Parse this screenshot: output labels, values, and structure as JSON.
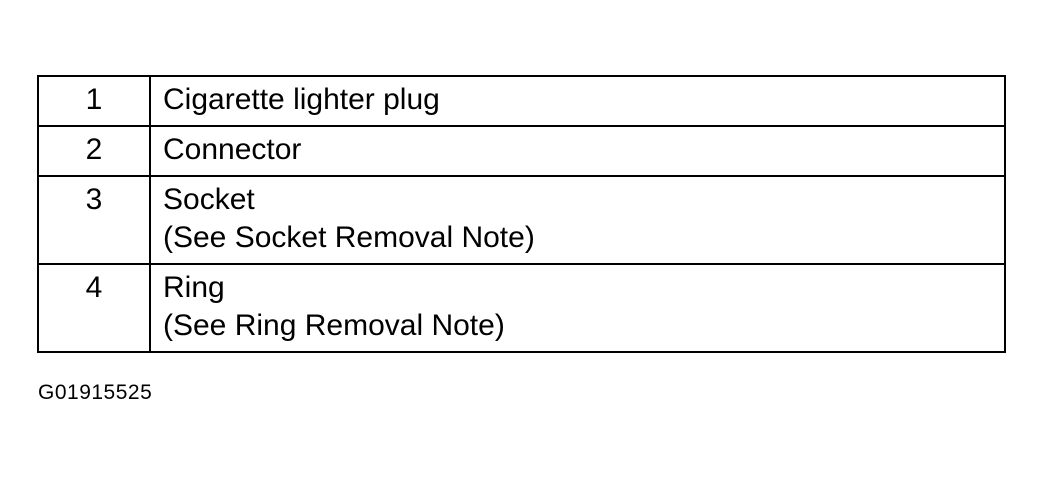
{
  "legend": {
    "rows": [
      {
        "number": "1",
        "lines": [
          "Cigarette lighter plug"
        ]
      },
      {
        "number": "2",
        "lines": [
          "Connector"
        ]
      },
      {
        "number": "3",
        "lines": [
          "Socket",
          "(See Socket Removal Note)"
        ]
      },
      {
        "number": "4",
        "lines": [
          "Ring",
          "(See Ring Removal Note)"
        ]
      }
    ]
  },
  "figure_id": "G01915525"
}
